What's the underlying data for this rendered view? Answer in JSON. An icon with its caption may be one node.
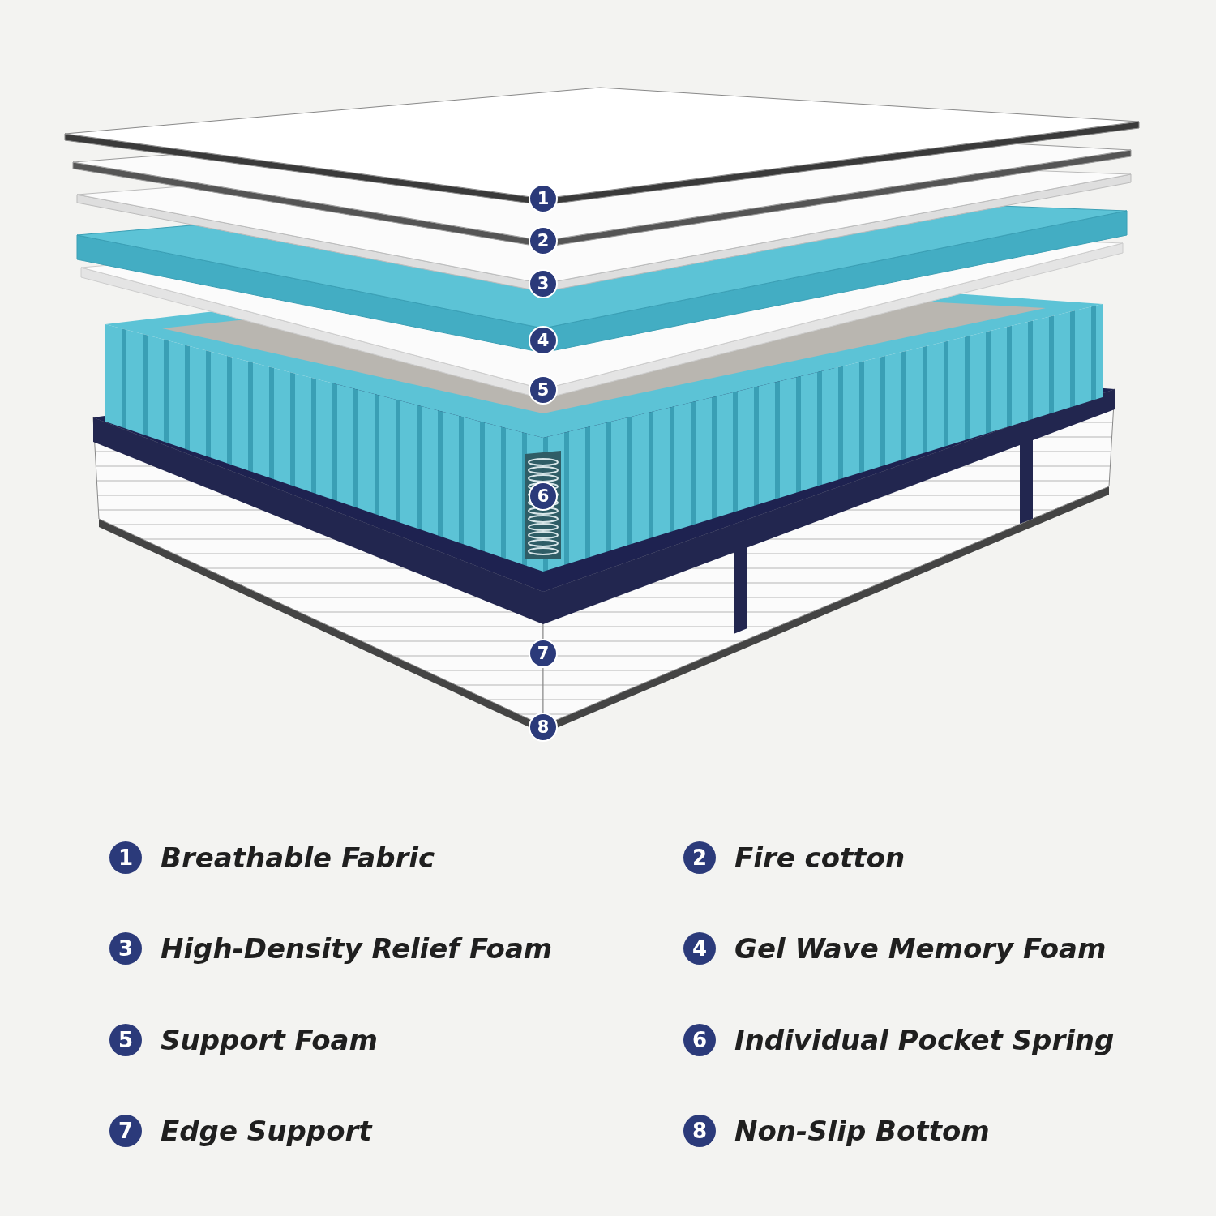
{
  "diagram": {
    "labels": [
      "1",
      "2",
      "3",
      "4",
      "5",
      "6",
      "7",
      "8",
      "1",
      "Breathable Fabric",
      "2",
      "Fire cotton",
      "3",
      "High-Density Relief Foam",
      "4",
      "Gel Wave Memory Foam",
      "5",
      "Support Foam",
      "6",
      "Individual Pocket Spring",
      "7",
      "Edge Support",
      "8",
      "Non-Slip Bottom"
    ]
  }
}
